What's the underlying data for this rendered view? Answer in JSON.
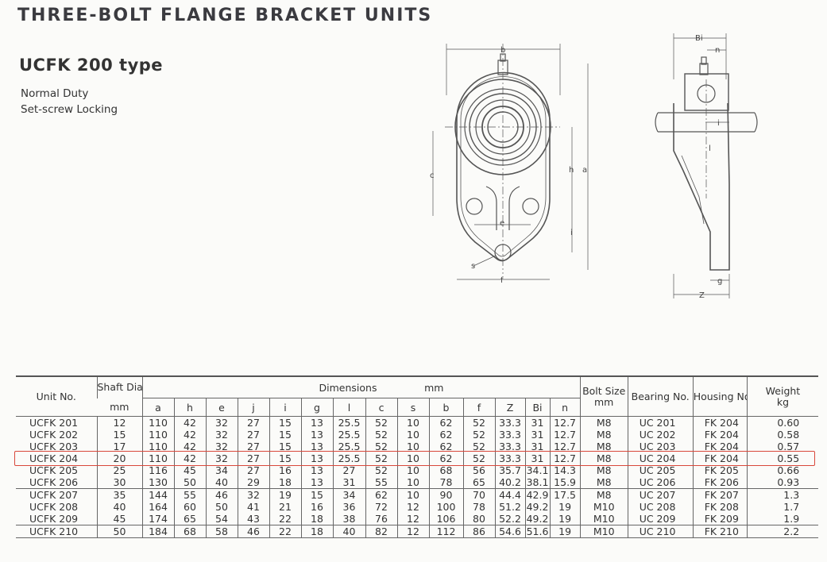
{
  "header": {
    "title": "THREE-BOLT FLANGE BRACKET UNITS",
    "subtitle": "UCFK 200 type",
    "desc_line1": "Normal Duty",
    "desc_line2": "Set-screw Locking"
  },
  "drawing_labels": {
    "b": "b",
    "c": "c",
    "h": "h",
    "a": "a",
    "e": "e",
    "i_front": "i",
    "s": "s",
    "f": "f",
    "Bi": "Bi",
    "n": "n",
    "i_side": "i",
    "l": "l",
    "g": "g",
    "Z": "Z"
  },
  "table": {
    "headers": {
      "unit_no": "Unit No.",
      "shaft_diam": "Shaft Diam.",
      "shaft_unit": "mm",
      "dimensions": "Dimensions",
      "dimensions_unit": "mm",
      "bolt_size": "Bolt Size",
      "bolt_unit": "mm",
      "bearing_no": "Bearing No.",
      "housing_no": "Housing No.",
      "weight": "Weight",
      "weight_unit": "kg",
      "dims": [
        "a",
        "h",
        "e",
        "j",
        "i",
        "g",
        "l",
        "c",
        "s",
        "b",
        "f",
        "Z",
        "Bi",
        "n"
      ]
    },
    "rows": [
      {
        "unit": "UCFK 201",
        "shaft": "12",
        "a": "110",
        "h": "42",
        "e": "32",
        "j": "27",
        "i": "15",
        "g": "13",
        "l": "25.5",
        "c": "52",
        "s": "10",
        "b": "62",
        "f": "52",
        "Z": "33.3",
        "Bi": "31",
        "n": "12.7",
        "bolt": "M8",
        "bearing": "UC 201",
        "housing": "FK 204",
        "weight": "0.60"
      },
      {
        "unit": "UCFK 202",
        "shaft": "15",
        "a": "110",
        "h": "42",
        "e": "32",
        "j": "27",
        "i": "15",
        "g": "13",
        "l": "25.5",
        "c": "52",
        "s": "10",
        "b": "62",
        "f": "52",
        "Z": "33.3",
        "Bi": "31",
        "n": "12.7",
        "bolt": "M8",
        "bearing": "UC 202",
        "housing": "FK 204",
        "weight": "0.58"
      },
      {
        "unit": "UCFK 203",
        "shaft": "17",
        "a": "110",
        "h": "42",
        "e": "32",
        "j": "27",
        "i": "15",
        "g": "13",
        "l": "25.5",
        "c": "52",
        "s": "10",
        "b": "62",
        "f": "52",
        "Z": "33.3",
        "Bi": "31",
        "n": "12.7",
        "bolt": "M8",
        "bearing": "UC 203",
        "housing": "FK 204",
        "weight": "0.57"
      },
      {
        "unit": "UCFK 204",
        "shaft": "20",
        "a": "110",
        "h": "42",
        "e": "32",
        "j": "27",
        "i": "15",
        "g": "13",
        "l": "25.5",
        "c": "52",
        "s": "10",
        "b": "62",
        "f": "52",
        "Z": "33.3",
        "Bi": "31",
        "n": "12.7",
        "bolt": "M8",
        "bearing": "UC 204",
        "housing": "FK 204",
        "weight": "0.55"
      },
      {
        "unit": "UCFK 205",
        "shaft": "25",
        "a": "116",
        "h": "45",
        "e": "34",
        "j": "27",
        "i": "16",
        "g": "13",
        "l": "27",
        "c": "52",
        "s": "10",
        "b": "68",
        "f": "56",
        "Z": "35.7",
        "Bi": "34.1",
        "n": "14.3",
        "bolt": "M8",
        "bearing": "UC 205",
        "housing": "FK 205",
        "weight": "0.66"
      },
      {
        "unit": "UCFK 206",
        "shaft": "30",
        "a": "130",
        "h": "50",
        "e": "40",
        "j": "29",
        "i": "18",
        "g": "13",
        "l": "31",
        "c": "55",
        "s": "10",
        "b": "78",
        "f": "65",
        "Z": "40.2",
        "Bi": "38.1",
        "n": "15.9",
        "bolt": "M8",
        "bearing": "UC 206",
        "housing": "FK 206",
        "weight": "0.93"
      },
      {
        "unit": "UCFK 207",
        "shaft": "35",
        "a": "144",
        "h": "55",
        "e": "46",
        "j": "32",
        "i": "19",
        "g": "15",
        "l": "34",
        "c": "62",
        "s": "10",
        "b": "90",
        "f": "70",
        "Z": "44.4",
        "Bi": "42.9",
        "n": "17.5",
        "bolt": "M8",
        "bearing": "UC 207",
        "housing": "FK 207",
        "weight": "1.3"
      },
      {
        "unit": "UCFK 208",
        "shaft": "40",
        "a": "164",
        "h": "60",
        "e": "50",
        "j": "41",
        "i": "21",
        "g": "16",
        "l": "36",
        "c": "72",
        "s": "12",
        "b": "100",
        "f": "78",
        "Z": "51.2",
        "Bi": "49.2",
        "n": "19",
        "bolt": "M10",
        "bearing": "UC 208",
        "housing": "FK 208",
        "weight": "1.7"
      },
      {
        "unit": "UCFK 209",
        "shaft": "45",
        "a": "174",
        "h": "65",
        "e": "54",
        "j": "43",
        "i": "22",
        "g": "18",
        "l": "38",
        "c": "76",
        "s": "12",
        "b": "106",
        "f": "80",
        "Z": "52.2",
        "Bi": "49.2",
        "n": "19",
        "bolt": "M10",
        "bearing": "UC 209",
        "housing": "FK 209",
        "weight": "1.9"
      },
      {
        "unit": "UCFK 210",
        "shaft": "50",
        "a": "184",
        "h": "68",
        "e": "58",
        "j": "46",
        "i": "22",
        "g": "18",
        "l": "40",
        "c": "82",
        "s": "12",
        "b": "112",
        "f": "86",
        "Z": "54.6",
        "Bi": "51.6",
        "n": "19",
        "bolt": "M10",
        "bearing": "UC 210",
        "housing": "FK 210",
        "weight": "2.2"
      }
    ],
    "highlight_row_index": 3,
    "highlight_color": "#d9483b"
  }
}
